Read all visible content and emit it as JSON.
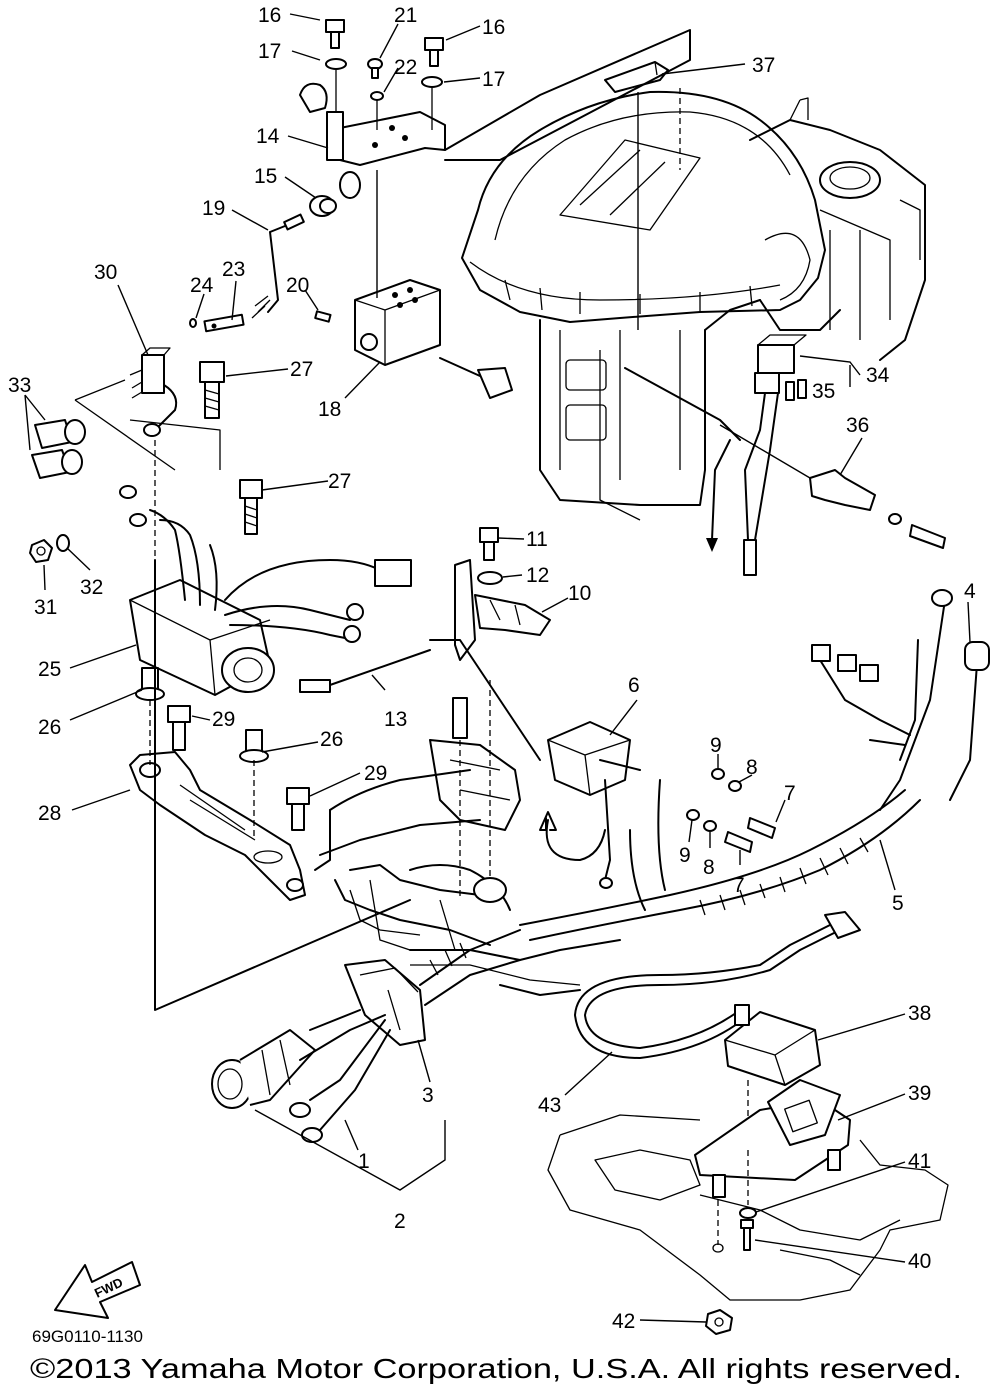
{
  "diagram_code": "69G0110-1130",
  "copyright": "©2013 Yamaha Motor Corporation, U.S.A. All rights reserved.",
  "direction_marker": "FWD",
  "callouts": [
    {
      "id": "c16a",
      "label": "16"
    },
    {
      "id": "c17a",
      "label": "17"
    },
    {
      "id": "c21",
      "label": "21"
    },
    {
      "id": "c16b",
      "label": "16"
    },
    {
      "id": "c22",
      "label": "22"
    },
    {
      "id": "c17b",
      "label": "17"
    },
    {
      "id": "c37",
      "label": "37"
    },
    {
      "id": "c14",
      "label": "14"
    },
    {
      "id": "c15",
      "label": "15"
    },
    {
      "id": "c19",
      "label": "19"
    },
    {
      "id": "c30",
      "label": "30"
    },
    {
      "id": "c23",
      "label": "23"
    },
    {
      "id": "c24",
      "label": "24"
    },
    {
      "id": "c20",
      "label": "20"
    },
    {
      "id": "c33",
      "label": "33"
    },
    {
      "id": "c27a",
      "label": "27"
    },
    {
      "id": "c18",
      "label": "18"
    },
    {
      "id": "c34",
      "label": "34"
    },
    {
      "id": "c35",
      "label": "35"
    },
    {
      "id": "c36",
      "label": "36"
    },
    {
      "id": "c27b",
      "label": "27"
    },
    {
      "id": "c11",
      "label": "11"
    },
    {
      "id": "c12",
      "label": "12"
    },
    {
      "id": "c31",
      "label": "31"
    },
    {
      "id": "c32",
      "label": "32"
    },
    {
      "id": "c10",
      "label": "10"
    },
    {
      "id": "c4",
      "label": "4"
    },
    {
      "id": "c25",
      "label": "25"
    },
    {
      "id": "c13",
      "label": "13"
    },
    {
      "id": "c6",
      "label": "6"
    },
    {
      "id": "c26a",
      "label": "26"
    },
    {
      "id": "c29a",
      "label": "29"
    },
    {
      "id": "c26b",
      "label": "26"
    },
    {
      "id": "c9a",
      "label": "9"
    },
    {
      "id": "c8a",
      "label": "8"
    },
    {
      "id": "c7a",
      "label": "7"
    },
    {
      "id": "c29b",
      "label": "29"
    },
    {
      "id": "c28",
      "label": "28"
    },
    {
      "id": "c9b",
      "label": "9"
    },
    {
      "id": "c8b",
      "label": "8"
    },
    {
      "id": "c7b",
      "label": "7"
    },
    {
      "id": "c5",
      "label": "5"
    },
    {
      "id": "c38",
      "label": "38"
    },
    {
      "id": "c3",
      "label": "3"
    },
    {
      "id": "c43",
      "label": "43"
    },
    {
      "id": "c39",
      "label": "39"
    },
    {
      "id": "c1",
      "label": "1"
    },
    {
      "id": "c41",
      "label": "41"
    },
    {
      "id": "c2",
      "label": "2"
    },
    {
      "id": "c40",
      "label": "40"
    },
    {
      "id": "c42",
      "label": "42"
    }
  ]
}
